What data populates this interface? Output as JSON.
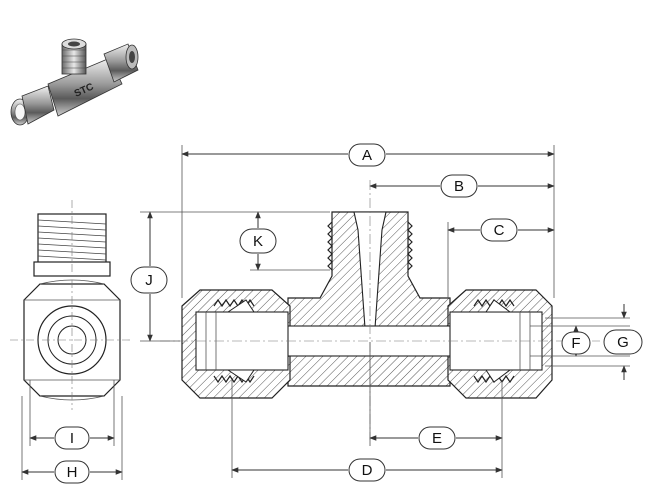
{
  "photo": {
    "brand_label": "STC"
  },
  "dimensions": {
    "A": "A",
    "B": "B",
    "C": "C",
    "D": "D",
    "E": "E",
    "F": "F",
    "G": "G",
    "H": "H",
    "I": "I",
    "J": "J",
    "K": "K"
  }
}
